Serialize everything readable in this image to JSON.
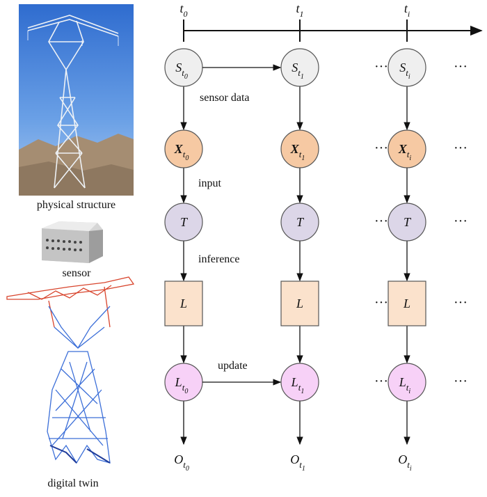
{
  "images": {
    "physical_caption": "physical structure",
    "sensor_caption": "sensor",
    "twin_caption": "digital twin"
  },
  "timeline": {
    "ticks": [
      {
        "base": "t",
        "sub": "0"
      },
      {
        "base": "t",
        "sub": "1"
      },
      {
        "base": "t",
        "sub": "i"
      }
    ]
  },
  "columns": [
    {
      "sub": "0"
    },
    {
      "sub": "1"
    },
    {
      "sub": "i"
    }
  ],
  "nodes": {
    "state": {
      "base": "S",
      "sub_prefix": "t",
      "color": "#efefef",
      "shape": "circle"
    },
    "input": {
      "base": "X",
      "sub_prefix": "t",
      "color": "#f6c9a3",
      "shape": "circle",
      "bold": true
    },
    "model": {
      "base": "T",
      "color": "#dcd6e8",
      "shape": "circle"
    },
    "loss": {
      "base": "L",
      "color": "#fbe2cc",
      "shape": "square"
    },
    "update": {
      "base": "L",
      "sub_prefix": "t",
      "color": "#f7d1f7",
      "shape": "circle"
    },
    "output": {
      "base": "O",
      "sub_prefix": "t"
    }
  },
  "edge_labels": {
    "sensor": "sensor data",
    "input": "input",
    "inference": "inference",
    "update": "update"
  },
  "ellipsis": "···",
  "colors": {
    "line": "#111111",
    "node_stroke": "#555555",
    "sky": "#3d7dd8",
    "mountain": "#a08a70",
    "twin_blue": "#3c6fd8",
    "twin_red": "#d8442c"
  }
}
